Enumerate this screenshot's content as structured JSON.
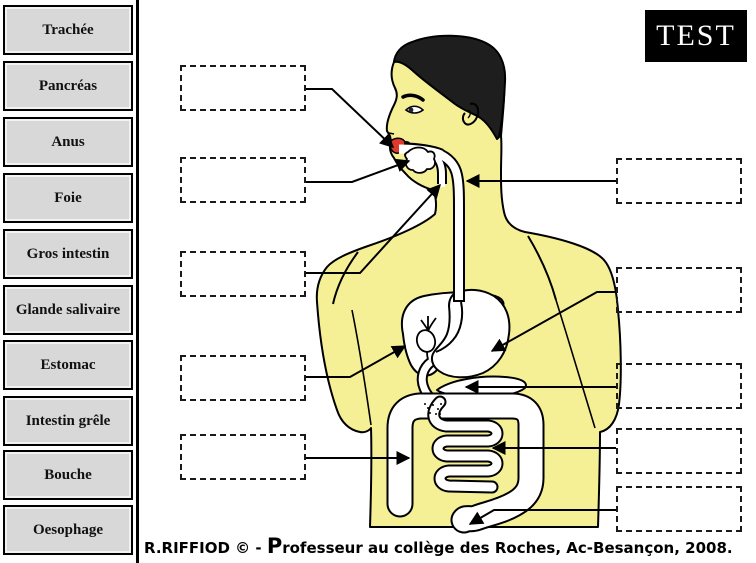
{
  "sidebar": {
    "labels": [
      "Trachée",
      "Pancréas",
      "Anus",
      "Foie",
      "Gros intestin",
      "Glande salivaire",
      "Estomac",
      "Intestin grêle",
      "Bouche",
      "Oesophage"
    ]
  },
  "test_button": {
    "label": "TEST"
  },
  "credit": {
    "prefix": "R.RIFFIOD © - ",
    "initial": "P",
    "rest": "rofesseur au collège des Roches, Ac-Besançon, 2008."
  },
  "drop_zones": [
    {
      "side": "left",
      "slot": 1,
      "value": ""
    },
    {
      "side": "left",
      "slot": 2,
      "value": ""
    },
    {
      "side": "left",
      "slot": 3,
      "value": ""
    },
    {
      "side": "left",
      "slot": 4,
      "value": ""
    },
    {
      "side": "left",
      "slot": 5,
      "value": ""
    },
    {
      "side": "right",
      "slot": 1,
      "value": ""
    },
    {
      "side": "right",
      "slot": 2,
      "value": ""
    },
    {
      "side": "right",
      "slot": 3,
      "value": ""
    },
    {
      "side": "right",
      "slot": 4,
      "value": ""
    },
    {
      "side": "right",
      "slot": 5,
      "value": ""
    }
  ],
  "colors": {
    "skin": "#f5f096",
    "hair": "#1e1e1e",
    "lips": "#e03a2f",
    "organ_white": "#ffffff",
    "button_bg": "#d8d8d8",
    "outline": "#000000"
  }
}
